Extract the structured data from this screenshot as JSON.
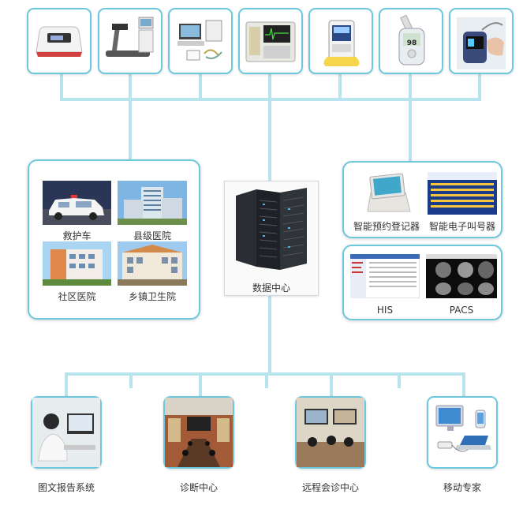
{
  "devices": [
    {
      "icon": "weighing-scale-icon"
    },
    {
      "icon": "treadmill-icon"
    },
    {
      "icon": "monitoring-station-icon"
    },
    {
      "icon": "ecg-machine-icon"
    },
    {
      "icon": "blood-pressure-monitor-icon"
    },
    {
      "icon": "glucose-meter-icon",
      "reading": "98"
    },
    {
      "icon": "pulse-oximeter-icon"
    }
  ],
  "hospitals": {
    "ambulance": "救护车",
    "county": "县级医院",
    "community": "社区医院",
    "township": "乡镇卫生院"
  },
  "data_center": {
    "label": "数据中心"
  },
  "services": {
    "registration": "智能预约登记器",
    "queue": "智能电子叫号器"
  },
  "systems": {
    "his": "HIS",
    "pacs": "PACS"
  },
  "endpoints": [
    {
      "label": "图文报告系统"
    },
    {
      "label": "诊断中心"
    },
    {
      "label": "远程会诊中心"
    },
    {
      "label": "移动专家"
    }
  ],
  "colors": {
    "accent": "#6cc8dc",
    "connector": "#b8e4ee"
  }
}
